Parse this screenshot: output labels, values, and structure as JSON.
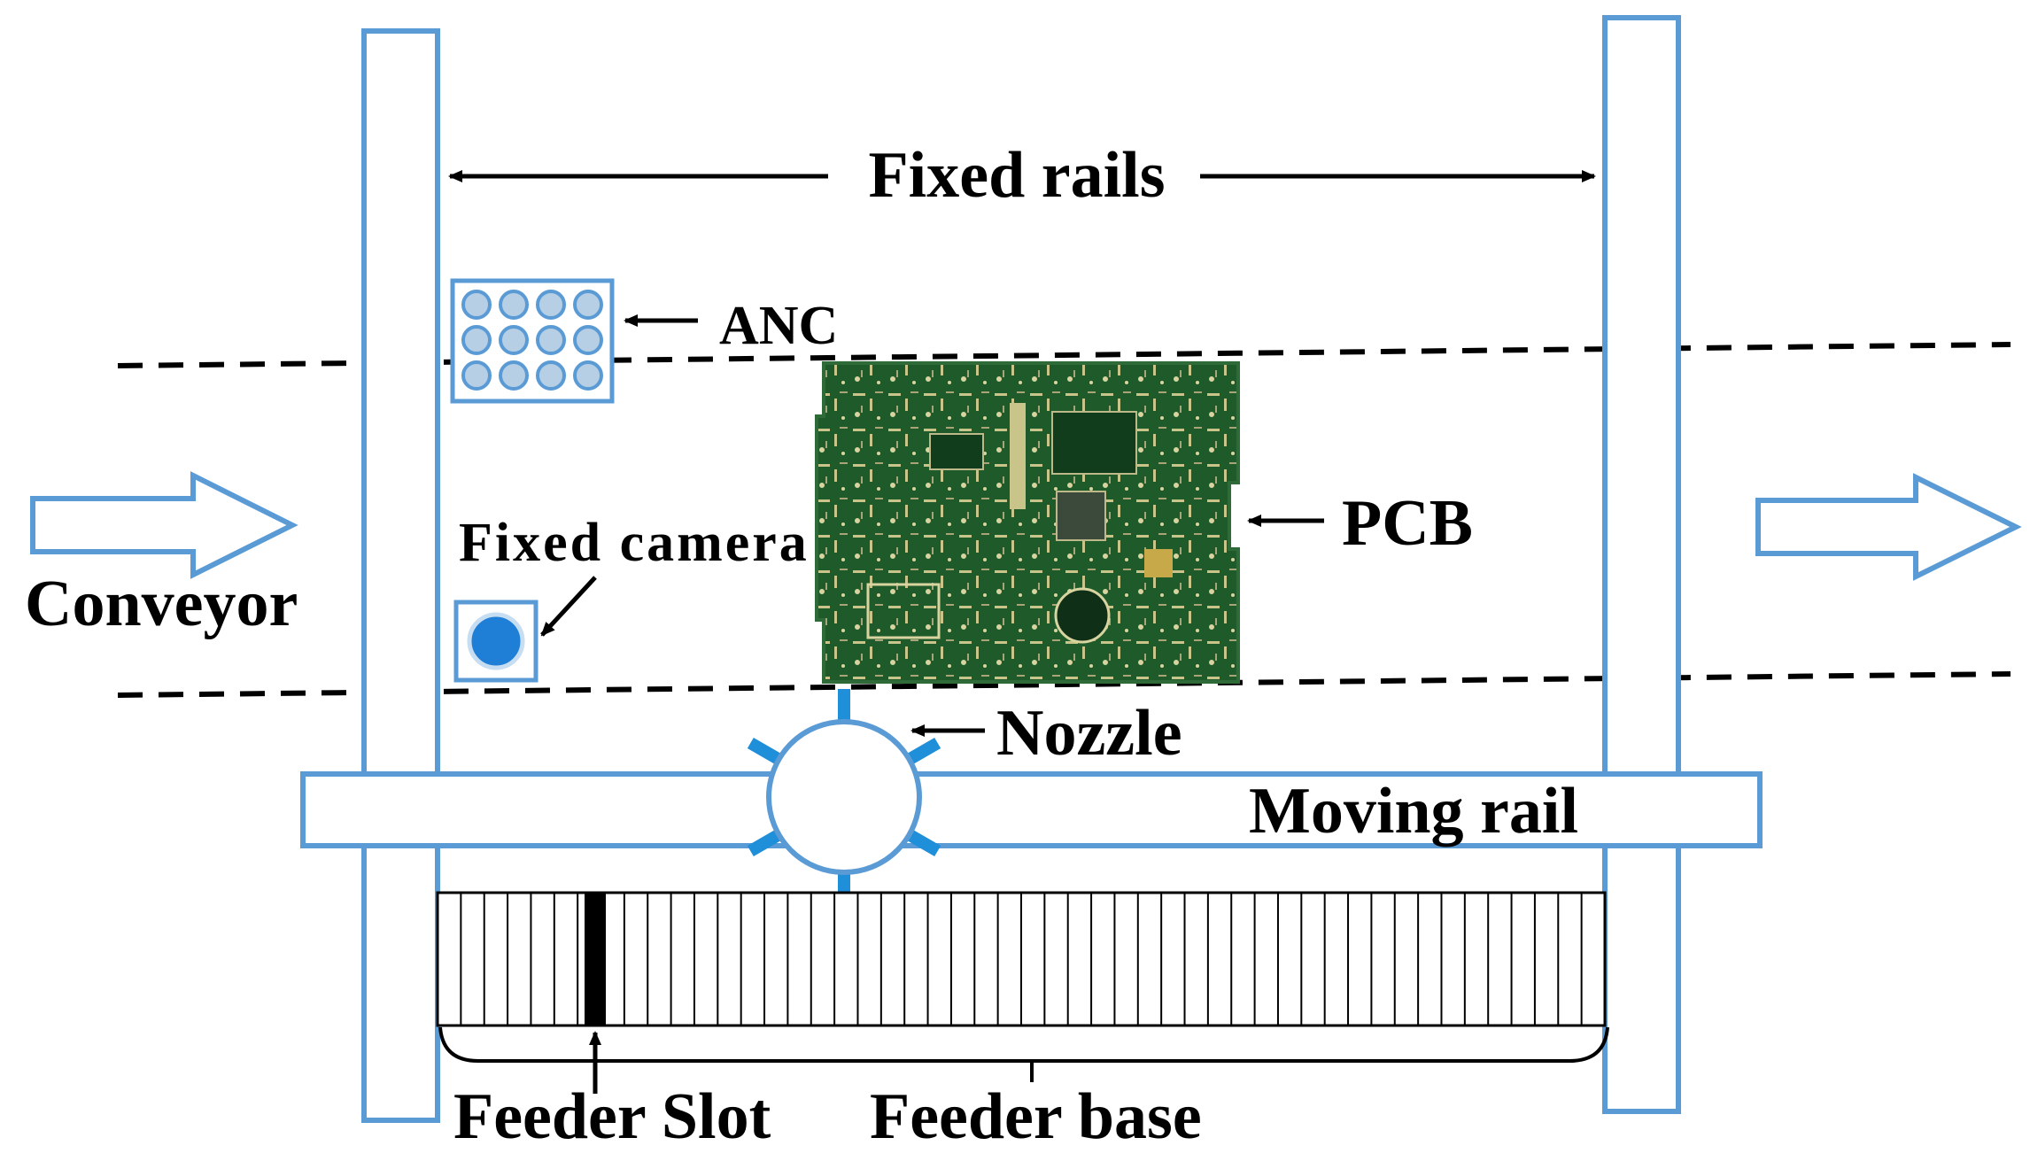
{
  "labels": {
    "fixed_rails": "Fixed rails",
    "anc": "ANC",
    "pcb": "PCB",
    "fixed_camera": "Fixed camera",
    "conveyor": "Conveyor",
    "nozzle": "Nozzle",
    "moving_rail": "Moving rail",
    "feeder_slot": "Feeder Slot",
    "feeder_base": "Feeder base"
  },
  "colors": {
    "rail_stroke": "#5b9bd5",
    "nozzle_blue": "#1e8fd8",
    "camera_blue": "#1f7fd6",
    "pcb_green": "#1f5a2a",
    "pcb_trace": "#c9c58a",
    "anc_fill": "#b7cfe5",
    "text": "#000000"
  }
}
